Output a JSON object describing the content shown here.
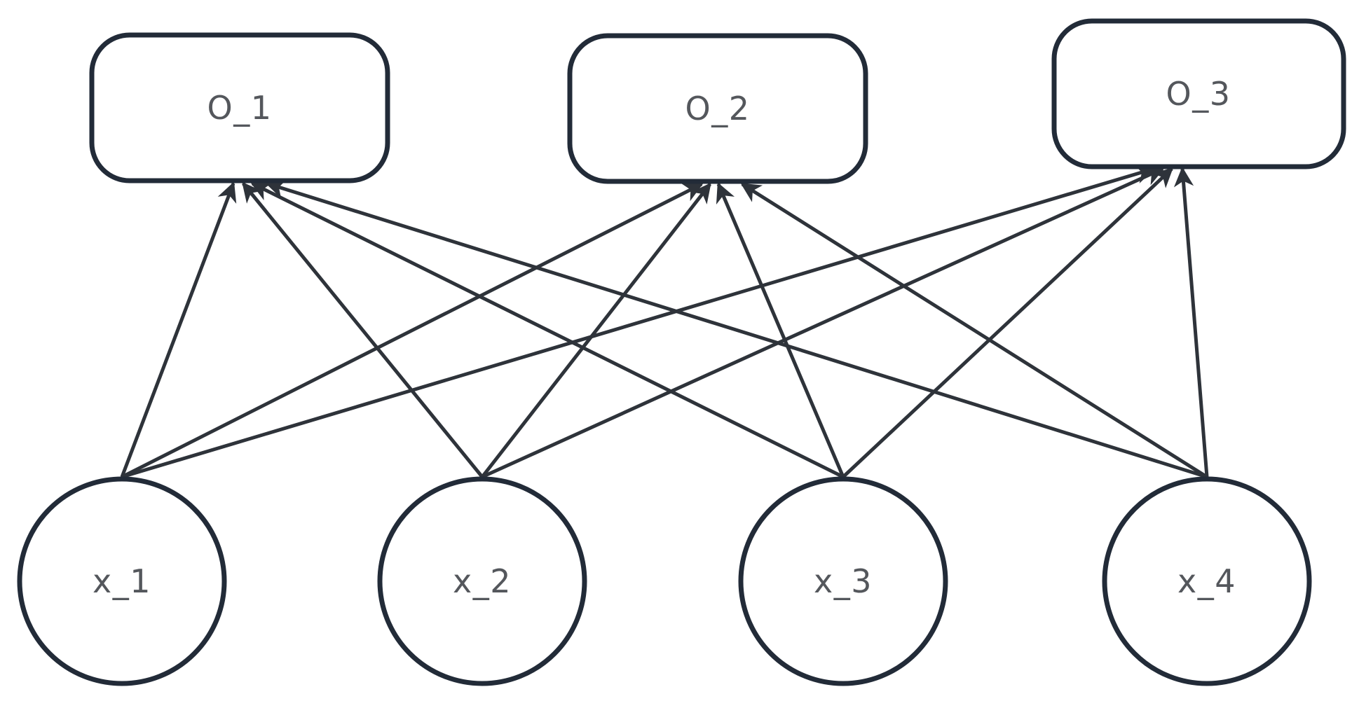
{
  "diagram": {
    "type": "directed-graph",
    "direction": "bottom-to-top",
    "background": "#ffffff",
    "colors": {
      "node_stroke": "#222b38",
      "node_fill": "#ffffff",
      "edge_stroke": "#2e333a",
      "arrowhead": "#2e333a",
      "label_text": "#54575c"
    },
    "output_nodes": [
      {
        "id": "O_1",
        "label": "O_1",
        "shape": "rounded-rect"
      },
      {
        "id": "O_2",
        "label": "O_2",
        "shape": "rounded-rect"
      },
      {
        "id": "O_3",
        "label": "O_3",
        "shape": "rounded-rect"
      }
    ],
    "input_nodes": [
      {
        "id": "x_1",
        "label": "x_1",
        "shape": "circle"
      },
      {
        "id": "x_2",
        "label": "x_2",
        "shape": "circle"
      },
      {
        "id": "x_3",
        "label": "x_3",
        "shape": "circle"
      },
      {
        "id": "x_4",
        "label": "x_4",
        "shape": "circle"
      }
    ],
    "edges": [
      {
        "from": "x_1",
        "to": "O_1"
      },
      {
        "from": "x_1",
        "to": "O_2"
      },
      {
        "from": "x_1",
        "to": "O_3"
      },
      {
        "from": "x_2",
        "to": "O_1"
      },
      {
        "from": "x_2",
        "to": "O_2"
      },
      {
        "from": "x_2",
        "to": "O_3"
      },
      {
        "from": "x_3",
        "to": "O_1"
      },
      {
        "from": "x_3",
        "to": "O_2"
      },
      {
        "from": "x_3",
        "to": "O_3"
      },
      {
        "from": "x_4",
        "to": "O_1"
      },
      {
        "from": "x_4",
        "to": "O_2"
      },
      {
        "from": "x_4",
        "to": "O_3"
      }
    ]
  }
}
